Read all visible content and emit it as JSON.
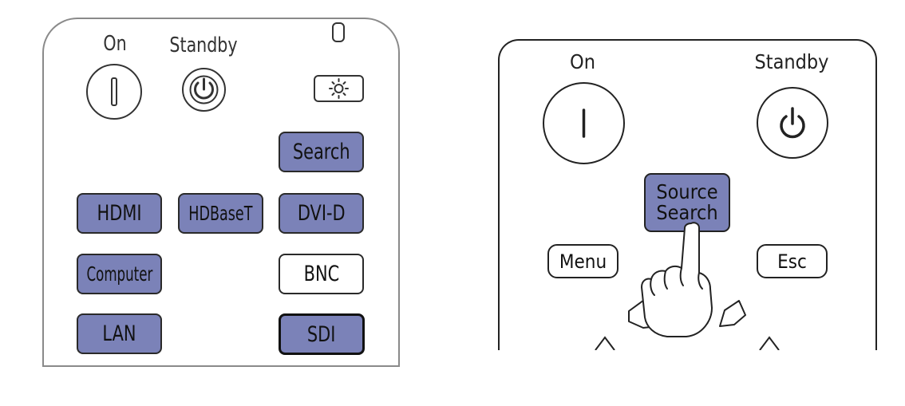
{
  "left_remote": {
    "on_label": "On",
    "standby_label": "Standby",
    "search_label": "Search",
    "hdmi_label": "HDMI",
    "hdbaset_label": "HDBaseT",
    "dvid_label": "DVI-D",
    "computer_label": "Computer",
    "bnc_label": "BNC",
    "lan_label": "LAN",
    "sdi_label": "SDI"
  },
  "right_remote": {
    "on_label": "On",
    "standby_label": "Standby",
    "source_search_line1": "Source",
    "source_search_line2": "Search",
    "menu_label": "Menu",
    "esc_label": "Esc"
  },
  "colors": {
    "button_fill": "#7b82b8",
    "outline": "#222222",
    "casing_left": "#8a8a8a"
  }
}
